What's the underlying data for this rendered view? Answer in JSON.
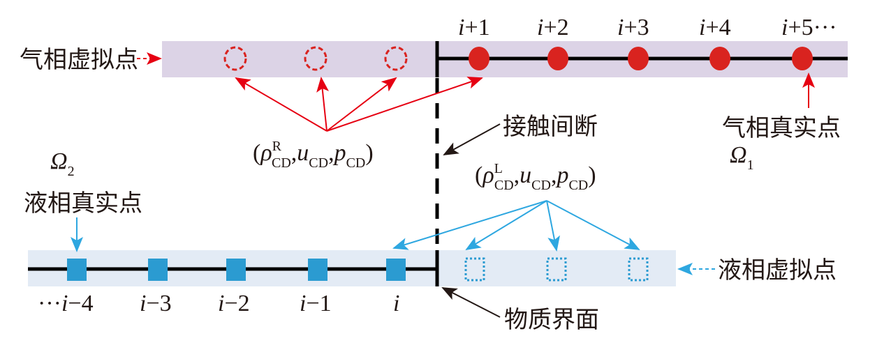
{
  "diagram": {
    "colors": {
      "gas": "#d9231f",
      "gas_band": "#dcd3e6",
      "liquid": "#2b9bd1",
      "liquid_band": "#e3ebf5",
      "line": "#000000",
      "text": "#231815"
    },
    "gas_phase": {
      "ghost_label": "气相虚拟点",
      "real_label": "气相真实点",
      "domain": {
        "symbol": "Ω",
        "subscript": "1"
      },
      "real_node_labels": [
        {
          "var": "i",
          "rest": "+1"
        },
        {
          "var": "i",
          "rest": "+2"
        },
        {
          "var": "i",
          "rest": "+3"
        },
        {
          "var": "i",
          "rest": "+4"
        },
        {
          "var": "i",
          "rest": "+5···"
        }
      ],
      "ghost_node_count": 3,
      "state": {
        "open": "(",
        "rho": "ρ",
        "rho_sup": "R",
        "sub": "CD",
        "comma": ",",
        "u": "u",
        "p": "p",
        "close": ")"
      }
    },
    "liquid_phase": {
      "ghost_label": "液相虚拟点",
      "real_label": "液相真实点",
      "domain": {
        "symbol": "Ω",
        "subscript": "2"
      },
      "real_node_labels": [
        {
          "prefix": "···",
          "var": "i",
          "rest": "−4"
        },
        {
          "prefix": "",
          "var": "i",
          "rest": "−3"
        },
        {
          "prefix": "",
          "var": "i",
          "rest": "−2"
        },
        {
          "prefix": "",
          "var": "i",
          "rest": "−1"
        },
        {
          "prefix": "",
          "var": "i",
          "rest": ""
        }
      ],
      "ghost_node_count": 3,
      "state": {
        "open": "(",
        "rho": "ρ",
        "rho_sup": "L",
        "sub": "CD",
        "comma": ",",
        "u": "u",
        "p": "p",
        "close": ")"
      }
    },
    "contact_discontinuity_label": "接触间断",
    "material_interface_label": "物质界面"
  }
}
